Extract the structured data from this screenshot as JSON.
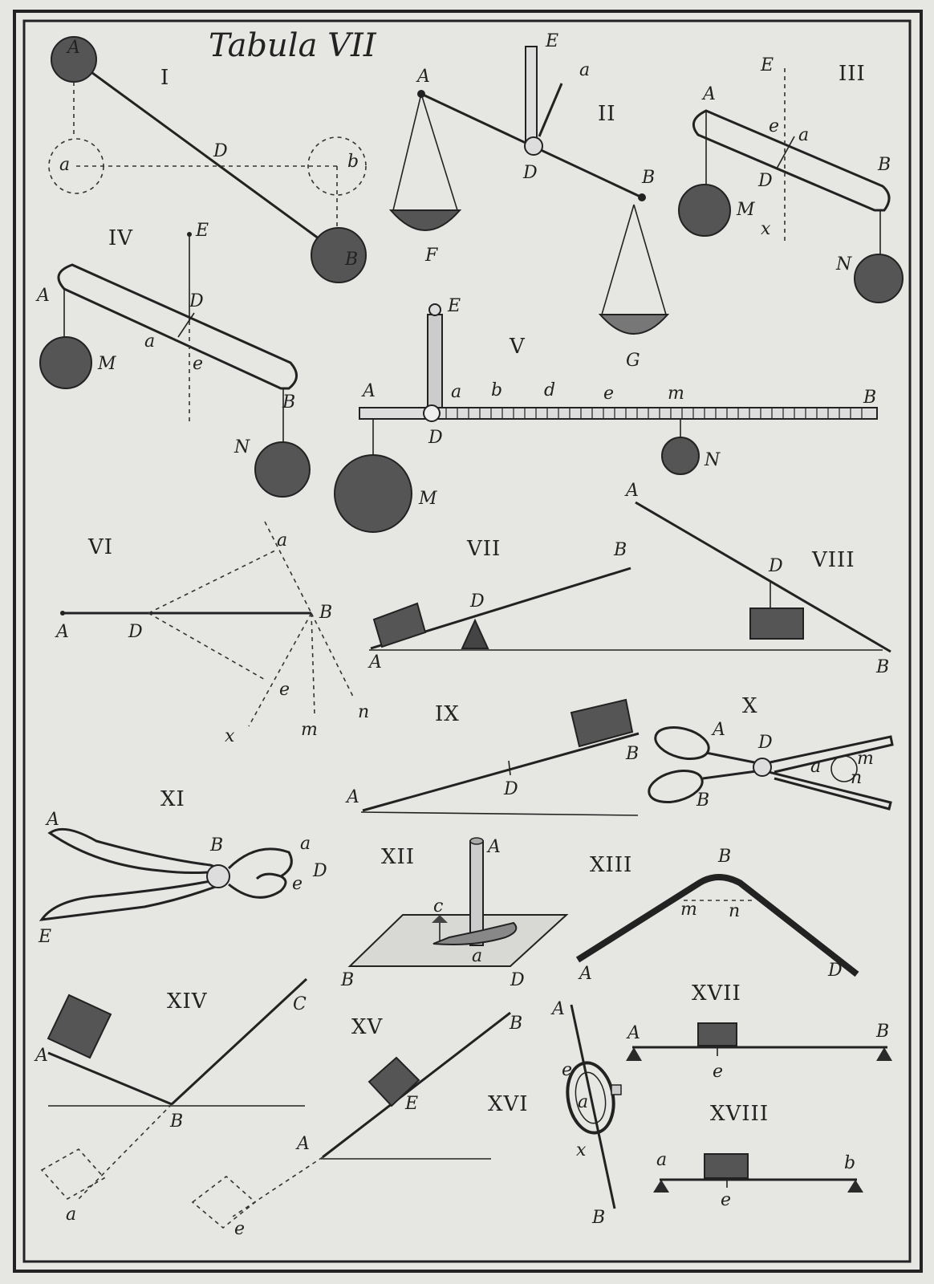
{
  "title": "Tabula VII",
  "figures": {
    "I": {
      "numeral": "I",
      "labels": [
        "A",
        "B",
        "D",
        "a",
        "b"
      ]
    },
    "II": {
      "numeral": "II",
      "labels": [
        "A",
        "B",
        "D",
        "E",
        "F",
        "G",
        "a"
      ]
    },
    "III": {
      "numeral": "III",
      "labels": [
        "A",
        "B",
        "D",
        "E",
        "M",
        "N",
        "a",
        "e",
        "x"
      ]
    },
    "IV": {
      "numeral": "IV",
      "labels": [
        "A",
        "B",
        "D",
        "E",
        "M",
        "N",
        "a",
        "e"
      ]
    },
    "V": {
      "numeral": "V",
      "labels": [
        "A",
        "B",
        "D",
        "E",
        "M",
        "N",
        "a",
        "b",
        "d",
        "e",
        "m"
      ]
    },
    "VI": {
      "numeral": "VI",
      "labels": [
        "A",
        "B",
        "D",
        "a",
        "e",
        "m",
        "n",
        "x"
      ]
    },
    "VII": {
      "numeral": "VII",
      "labels": [
        "A",
        "B",
        "D"
      ]
    },
    "VIII": {
      "numeral": "VIII",
      "labels": [
        "A",
        "B",
        "D"
      ]
    },
    "IX": {
      "numeral": "IX",
      "labels": [
        "A",
        "B",
        "D"
      ]
    },
    "X": {
      "numeral": "X",
      "labels": [
        "A",
        "B",
        "D",
        "a",
        "m",
        "n"
      ]
    },
    "XI": {
      "numeral": "XI",
      "labels": [
        "A",
        "B",
        "D",
        "E",
        "a",
        "e"
      ]
    },
    "XII": {
      "numeral": "XII",
      "labels": [
        "A",
        "B",
        "D",
        "a",
        "c"
      ]
    },
    "XIII": {
      "numeral": "XIII",
      "labels": [
        "A",
        "B",
        "D",
        "m",
        "n"
      ]
    },
    "XIV": {
      "numeral": "XIV",
      "labels": [
        "A",
        "B",
        "C",
        "a"
      ]
    },
    "XV": {
      "numeral": "XV",
      "labels": [
        "A",
        "B",
        "E",
        "e"
      ]
    },
    "XVI": {
      "numeral": "XVI",
      "labels": [
        "A",
        "B",
        "a",
        "e",
        "x"
      ]
    },
    "XVII": {
      "numeral": "XVII",
      "labels": [
        "A",
        "B",
        "e"
      ]
    },
    "XVIII": {
      "numeral": "XVIII",
      "labels": [
        "a",
        "b",
        "e"
      ]
    }
  },
  "colors": {
    "paper": "#e6e6e3",
    "ink": "#222222"
  }
}
